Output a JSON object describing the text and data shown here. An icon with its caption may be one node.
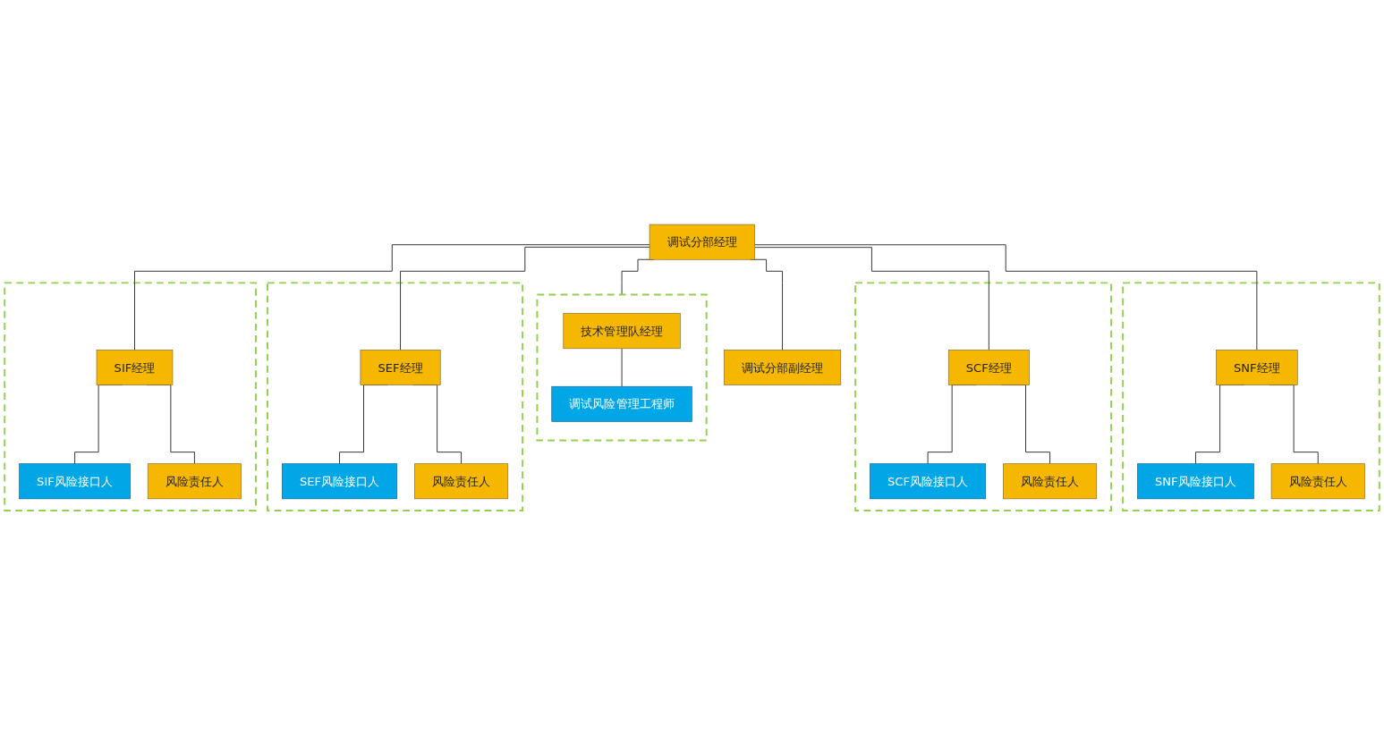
{
  "diagram": {
    "nodes": [
      {
        "text": [
          "调试分部经理"
        ]
      },
      {
        "text": [
          "调试分部副经理"
        ]
      },
      {
        "text": [],
        "shape": "box"
      },
      {
        "text": [
          "技术管理队经理"
        ],
        "in": 2
      },
      {
        "text": [
          "调试风险管理工程师"
        ],
        "in": 2
      },
      {
        "text": [],
        "shape": "box"
      },
      {
        "text": [
          "SNF经理"
        ],
        "in": 5
      },
      {
        "text": [
          "SNF风险接口人"
        ],
        "in": 5
      },
      {
        "text": [
          "风险责任人"
        ],
        "in": 5
      },
      {
        "text": [],
        "shape": "box"
      },
      {
        "text": [
          "SCF经理"
        ],
        "in": 9
      },
      {
        "text": [
          "SCF风险接口人"
        ],
        "in": 9
      },
      {
        "text": [
          "风险责任人"
        ],
        "in": 9
      },
      {
        "text": [],
        "shape": "box"
      },
      {
        "text": [
          "SEF经理"
        ],
        "in": 13
      },
      {
        "text": [
          "SEF风险接口人"
        ],
        "in": 13
      },
      {
        "text": [
          "风险责任人"
        ],
        "in": 13
      },
      {
        "text": [],
        "shape": "box"
      },
      {
        "text": [
          "SIF经理"
        ],
        "in": 17
      },
      {
        "text": [
          "SIF风险接口人"
        ],
        "in": 17
      },
      {
        "text": [
          "风险责任人"
        ],
        "in": 17
      }
    ],
    "edges": [
      {
        "from": 0,
        "to": 1,
        "arrow": "none"
      },
      {
        "from": 0,
        "to": 2,
        "arrow": "none"
      },
      {
        "from": 3,
        "to": 4,
        "arrow": "none"
      },
      {
        "from": 0,
        "to": 6,
        "arrow": "none"
      },
      {
        "from": 0,
        "to": 10,
        "arrow": "none"
      },
      {
        "from": 0,
        "to": 14,
        "arrow": "none"
      },
      {
        "from": 0,
        "to": 18,
        "arrow": "none"
      },
      {
        "from": 6,
        "to": 7,
        "arrow": "none"
      },
      {
        "from": 6,
        "to": 8,
        "arrow": "none"
      },
      {
        "from": 10,
        "to": 11,
        "arrow": "none"
      },
      {
        "from": 10,
        "to": 12,
        "arrow": "none"
      },
      {
        "from": 14,
        "to": 15,
        "arrow": "none"
      },
      {
        "from": 14,
        "to": 16,
        "arrow": "none"
      },
      {
        "from": 18,
        "to": 19,
        "arrow": "none"
      },
      {
        "from": 18,
        "to": 20,
        "arrow": "none"
      }
    ]
  }
}
